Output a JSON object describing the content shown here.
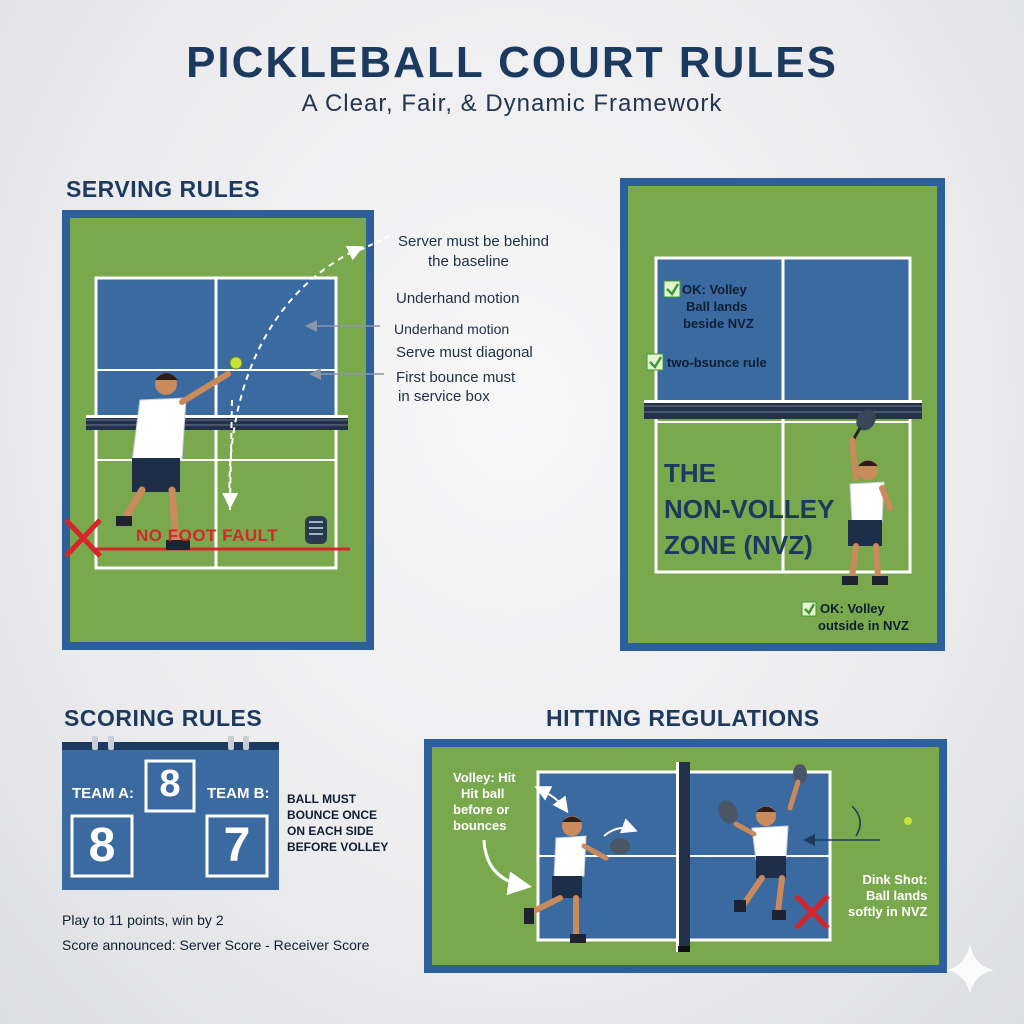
{
  "header": {
    "title": "PICKLEBALL COURT RULES",
    "subtitle": "A Clear, Fair, & Dynamic Framework"
  },
  "serving": {
    "heading": "SERVING RULES",
    "annotations": [
      "Server must be behind",
      "the baseline",
      "Underhand motion",
      "Underhand motion",
      "Serve must diagonal",
      "First bounce must",
      "in service box"
    ],
    "foot_fault_label": "NO FOOT FAULT"
  },
  "nvz": {
    "ok_label_1": "OK: Volley",
    "ok_label_2": "Ball lands",
    "ok_label_3": "beside NVZ",
    "two_bounce_label": "two-bsunce rule",
    "zone_line_1": "THE",
    "zone_line_2": "NON-VOLLEY",
    "zone_line_3": "ZONE (NVZ)",
    "outside_label_1": "OK: Volley",
    "outside_label_2": "outside in NVZ"
  },
  "scoring": {
    "heading": "SCORING RULES",
    "team_a_label": "TEAM A:",
    "team_b_label": "TEAM B:",
    "center_score": "8",
    "team_a_score": "8",
    "team_b_score": "7",
    "bounce_note": [
      "BALL MUST",
      "BOUNCE ONCE",
      "ON EACH SIDE",
      "BEFORE VOLLEY"
    ],
    "rule_1": "Play to 11 points, win by 2",
    "rule_2": "Score announced: Server Score - Receiver Score"
  },
  "hitting": {
    "heading": "HITTING REGULATIONS",
    "volley_note": [
      "Volley: Hit",
      "Hit ball",
      "before or",
      "bounces"
    ],
    "dink_note": [
      "Dink Shot:",
      "Ball lands",
      "softly in NVZ"
    ]
  },
  "colors": {
    "court_blue": "#3b6aa0",
    "court_green": "#79a84d",
    "frame_blue": "#2d5f9a",
    "heading_navy": "#1c3a5f",
    "fault_red": "#d6262c",
    "check_green": "#3a9a3a"
  }
}
